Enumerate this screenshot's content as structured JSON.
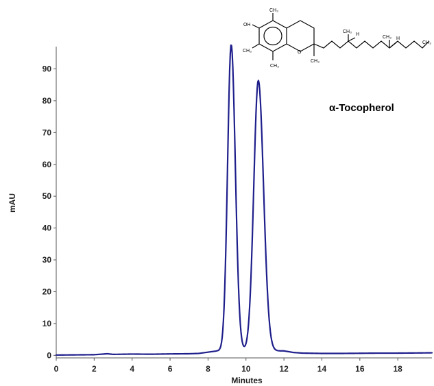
{
  "chart_data": {
    "type": "line",
    "title": "",
    "xlabel": "Minutes",
    "ylabel": "mAU",
    "xlim": [
      0,
      19.8
    ],
    "ylim": [
      -0.8,
      97
    ],
    "xticks": [
      0,
      2,
      4,
      6,
      8,
      10,
      12,
      14,
      16,
      18
    ],
    "yticks": [
      0,
      10,
      20,
      30,
      40,
      50,
      60,
      70,
      80,
      90
    ],
    "grid": false,
    "series": [
      {
        "color": "#1f1f8c",
        "baseline": 0.2,
        "peaks": [
          {
            "center": 9.22,
            "height": 96.3,
            "sigma": 0.19
          },
          {
            "center": 10.65,
            "height": 85.0,
            "sigma": 0.24
          }
        ],
        "x": [
          0,
          1,
          2,
          2.7,
          3,
          4,
          5,
          6,
          7,
          7.5,
          8,
          8.5,
          8.7,
          8.9,
          9.0,
          9.1,
          9.22,
          9.35,
          9.5,
          9.7,
          9.9,
          10.1,
          10.3,
          10.45,
          10.55,
          10.65,
          10.75,
          10.9,
          11.1,
          11.3,
          11.5,
          11.8,
          12,
          12.5,
          13,
          14,
          15,
          16,
          17,
          18,
          19,
          19.8
        ],
        "y": [
          0.1,
          0.15,
          0.2,
          0.5,
          0.3,
          0.4,
          0.35,
          0.45,
          0.5,
          0.6,
          1.0,
          5.5,
          15,
          45,
          62,
          80,
          96.3,
          87,
          65,
          30,
          10,
          3.5,
          9,
          42,
          66,
          85,
          79,
          60,
          30,
          12,
          5,
          2,
          1.4,
          0.9,
          0.7,
          0.6,
          0.6,
          0.65,
          0.7,
          0.7,
          0.75,
          0.8
        ]
      }
    ],
    "annotations": [
      {
        "text": "α-Tocopherol"
      }
    ]
  },
  "structure": {
    "oh_label": "OH",
    "o_label": "O",
    "methyl_label": "CH₃",
    "h_label": "H"
  }
}
